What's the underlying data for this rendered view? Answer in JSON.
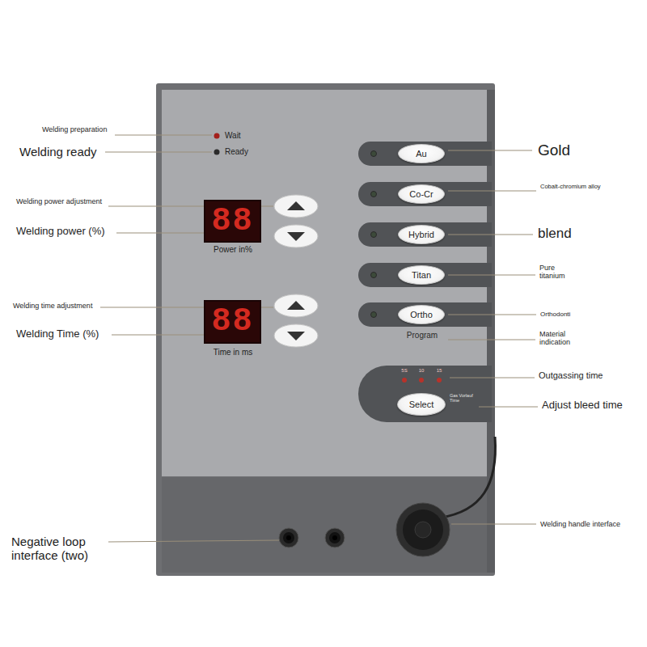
{
  "diagram": {
    "nodes": [
      {
        "text": [
          "88"
        ]
      },
      {
        "text": [
          "88"
        ]
      },
      {
        "text": [
          "Au"
        ]
      },
      {
        "text": [
          "Co-Cr"
        ]
      },
      {
        "text": [
          "Hybrid"
        ]
      },
      {
        "text": [
          "Titan"
        ]
      },
      {
        "text": [
          "Ortho"
        ]
      },
      {
        "text": [
          "Select"
        ]
      }
    ],
    "labels": [
      "Welding preparation",
      "Wait",
      "Welding ready",
      "Ready",
      "Gold",
      "Cobalt-chromium alloy",
      "Welding power adjustment",
      "Welding power (%)",
      "blend",
      "Power in%",
      "Pure titanium",
      "Welding time adjustment",
      "Welding Time (%)",
      "Orthodonti",
      "Time in ms",
      "Program",
      "Material indication",
      "5S",
      "10",
      "15",
      "Outgassing time",
      "Gas Vorlauf Time",
      "Adjust bleed time",
      "Welding handle interface",
      "Negative loop interface (two)"
    ]
  }
}
